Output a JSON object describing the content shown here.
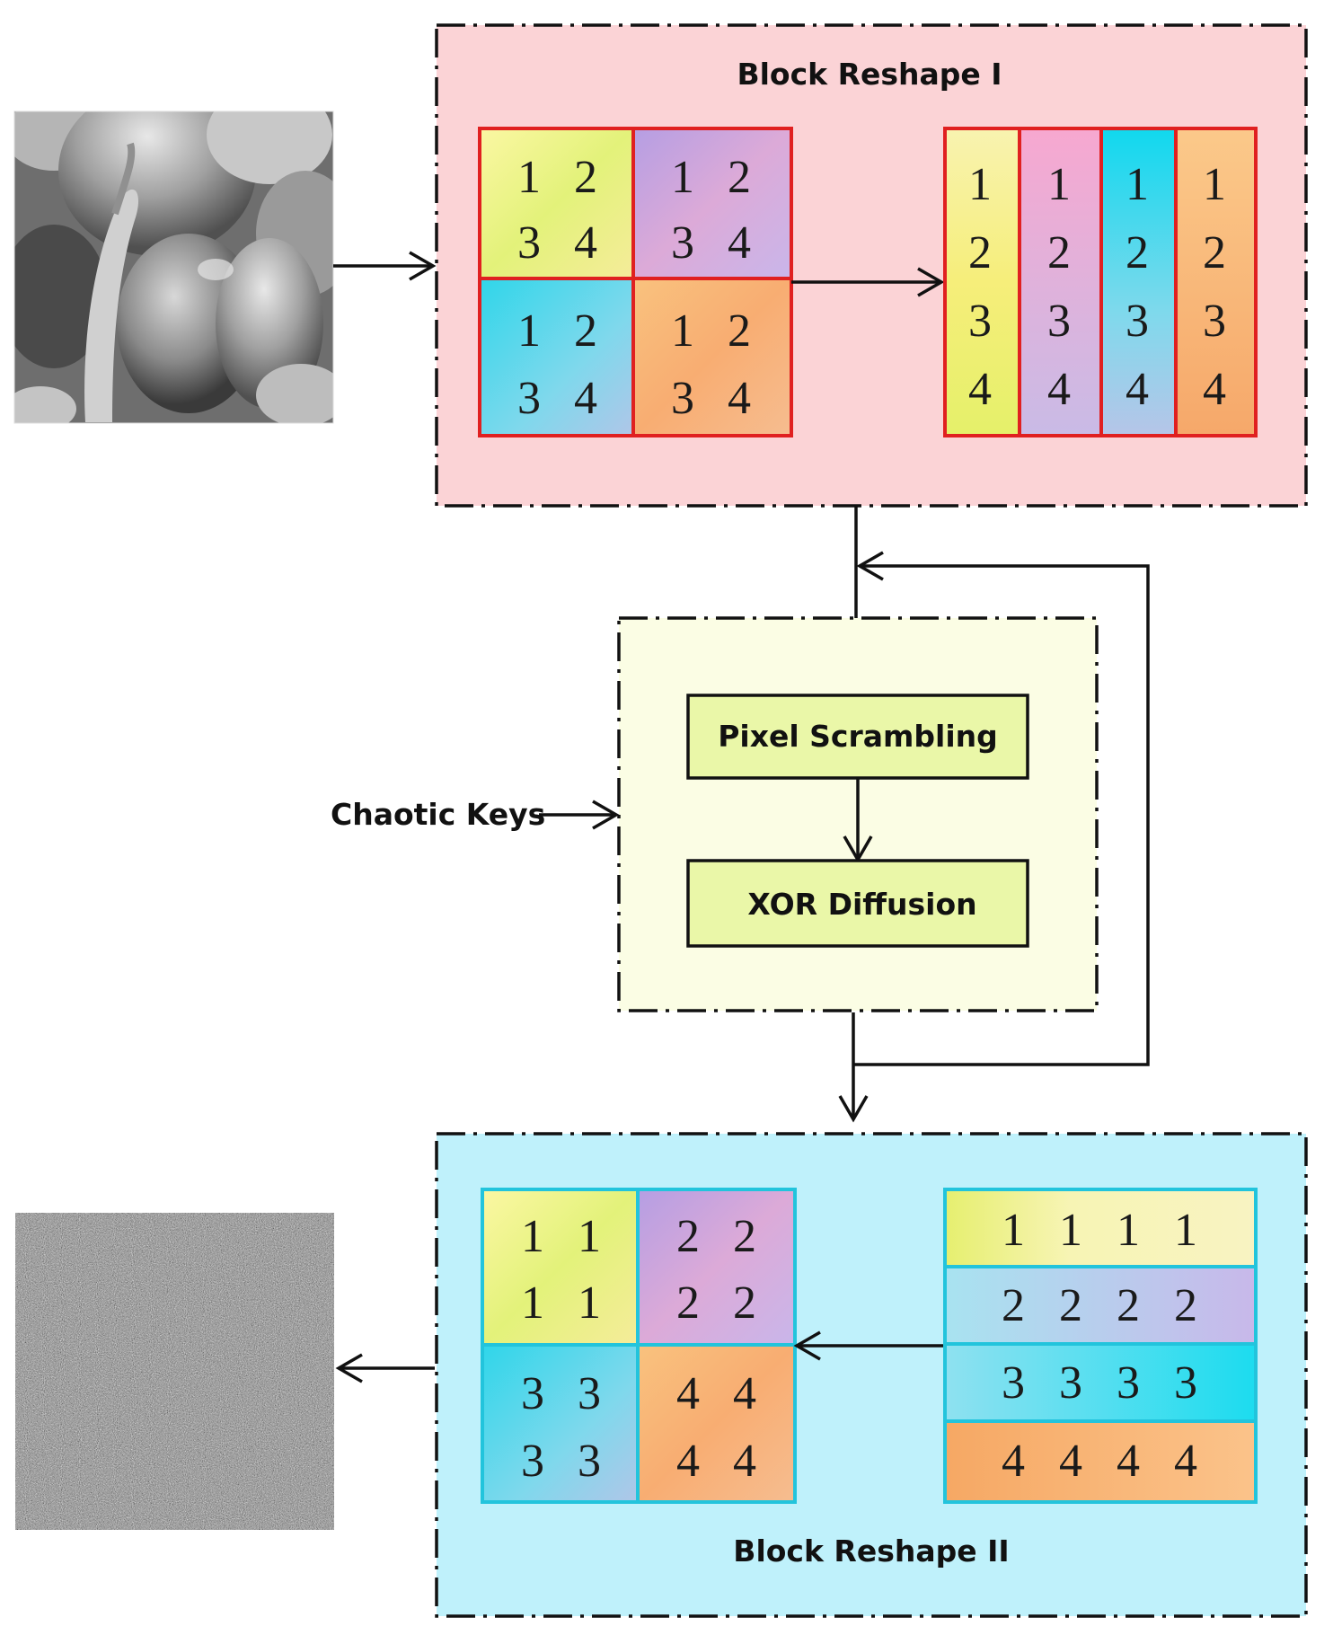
{
  "blocks": {
    "reshape1": {
      "title": "Block Reshape I"
    },
    "reshape2": {
      "title": "Block Reshape II"
    },
    "process": {
      "step1": "Pixel Scrambling",
      "step2": "XOR Diffusion",
      "key_input": "Chaotic Keys"
    }
  },
  "reshape1_grid": {
    "blocks": [
      {
        "digits": [
          "1",
          "2",
          "3",
          "4"
        ],
        "color": "yellow"
      },
      {
        "digits": [
          "1",
          "2",
          "3",
          "4"
        ],
        "color": "purple-pink"
      },
      {
        "digits": [
          "1",
          "2",
          "3",
          "4"
        ],
        "color": "cyan"
      },
      {
        "digits": [
          "1",
          "2",
          "3",
          "4"
        ],
        "color": "orange"
      }
    ]
  },
  "reshape1_columns": [
    [
      "1",
      "2",
      "3",
      "4"
    ],
    [
      "1",
      "2",
      "3",
      "4"
    ],
    [
      "1",
      "2",
      "3",
      "4"
    ],
    [
      "1",
      "2",
      "3",
      "4"
    ]
  ],
  "reshape2_rows": [
    [
      "1",
      "1",
      "1",
      "1"
    ],
    [
      "2",
      "2",
      "2",
      "2"
    ],
    [
      "3",
      "3",
      "3",
      "3"
    ],
    [
      "4",
      "4",
      "4",
      "4"
    ]
  ],
  "reshape2_grid": {
    "blocks": [
      {
        "digits": [
          "1",
          "1",
          "1",
          "1"
        ],
        "color": "yellow"
      },
      {
        "digits": [
          "2",
          "2",
          "2",
          "2"
        ],
        "color": "purple"
      },
      {
        "digits": [
          "3",
          "3",
          "3",
          "3"
        ],
        "color": "cyan"
      },
      {
        "digits": [
          "4",
          "4",
          "4",
          "4"
        ],
        "color": "orange"
      }
    ]
  },
  "images": {
    "input": "grayscale-peppers-image",
    "output": "encrypted-noise-image"
  },
  "colors": {
    "reshape1_bg": "#fbd3d6",
    "process_bg": "#fbfde4",
    "reshape2_bg": "#bff1fb",
    "grid_border_red": "#e02020",
    "grid_border_cyan": "#22c4dc",
    "box_fill": "#eaf7a8"
  }
}
